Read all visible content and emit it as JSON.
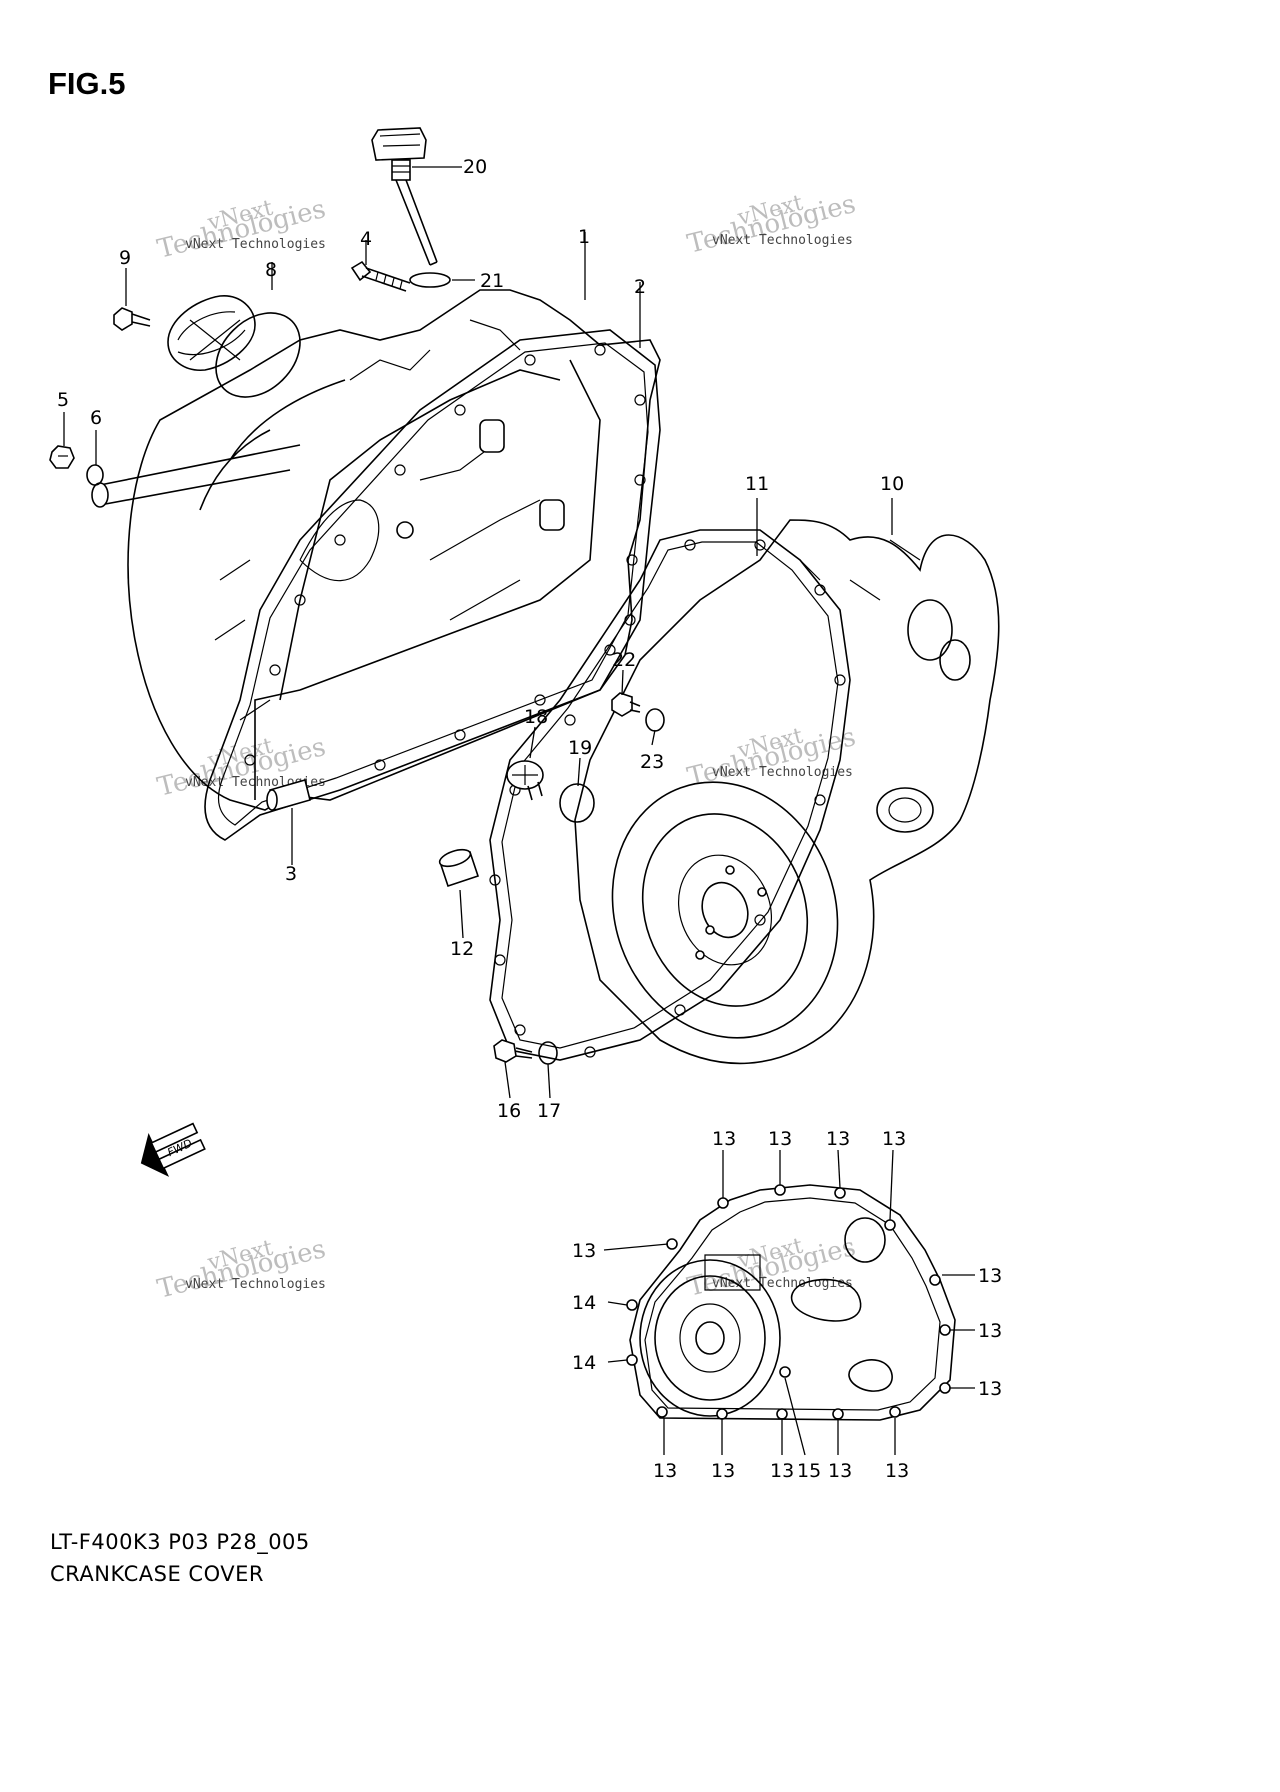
{
  "figure": {
    "title": "FIG.5"
  },
  "footer": {
    "code": "LT-F400K3 P03 P28_005",
    "caption": "CRANKCASE COVER"
  },
  "arrow": {
    "text": "FWD"
  },
  "watermark": {
    "line1": "vNext",
    "line2": "Technologies",
    "small": "vNext Technologies"
  },
  "callouts": {
    "p1": "1",
    "p2": "2",
    "p3": "3",
    "p4": "4",
    "p5": "5",
    "p6": "6",
    "p8": "8",
    "p9": "9",
    "p10": "10",
    "p11": "11",
    "p12": "12",
    "p13": "13",
    "p14": "14",
    "p15": "15",
    "p16": "16",
    "p17": "17",
    "p18": "18",
    "p19": "19",
    "p20": "20",
    "p21": "21",
    "p22": "22",
    "p23": "23"
  }
}
